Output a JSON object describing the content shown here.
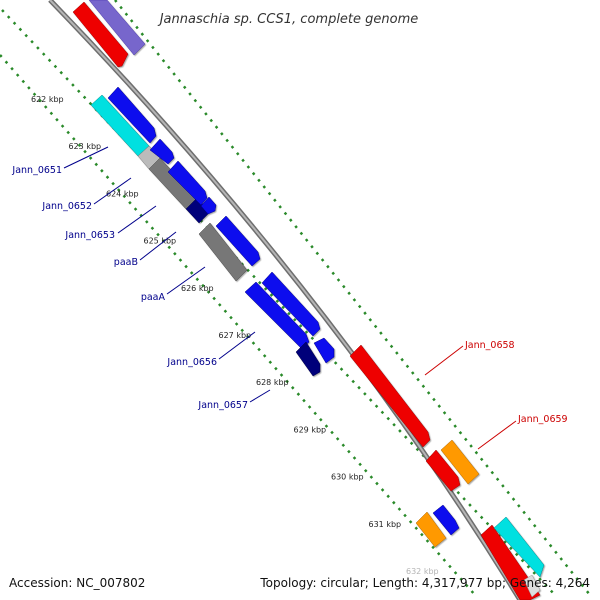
{
  "title": "Jannaschia sp. CCS1, complete genome",
  "footer": {
    "accession": "Accession: NC_007802",
    "topology": "Topology: circular; Length: 4,317,977 bp; Genes: 4,264"
  },
  "ticks": [
    {
      "label": "622 kbp",
      "kbp": 622
    },
    {
      "label": "623 kbp",
      "kbp": 623
    },
    {
      "label": "624 kbp",
      "kbp": 624
    },
    {
      "label": "625 kbp",
      "kbp": 625
    },
    {
      "label": "626 kbp",
      "kbp": 626
    },
    {
      "label": "627 kbp",
      "kbp": 627
    },
    {
      "label": "628 kbp",
      "kbp": 628
    },
    {
      "label": "629 kbp",
      "kbp": 629
    },
    {
      "label": "630 kbp",
      "kbp": 630
    },
    {
      "label": "631 kbp",
      "kbp": 631
    },
    {
      "label": "632 kbp",
      "kbp": 632
    }
  ],
  "colors": {
    "backbone": "#8c8c8c",
    "dots": "#2a8a2a",
    "cds_blue": "#0a0aee",
    "cds_dark_blue": "#00007a",
    "rna_red": "#ee0000",
    "cyan": "#00e0e0",
    "grey": "#777777",
    "light_grey": "#bbbbbb",
    "purple": "#7766cc",
    "orange": "#ff9900",
    "label_blue": "#00008b",
    "label_red": "#cc0000"
  },
  "gene_labels": [
    {
      "name": "Jann_0651",
      "color": "label_blue"
    },
    {
      "name": "Jann_0652",
      "color": "label_blue"
    },
    {
      "name": "Jann_0653",
      "color": "label_blue"
    },
    {
      "name": "paaB",
      "color": "label_blue"
    },
    {
      "name": "paaA",
      "color": "label_blue"
    },
    {
      "name": "Jann_0656",
      "color": "label_blue"
    },
    {
      "name": "Jann_0657",
      "color": "label_blue"
    },
    {
      "name": "Jann_0658",
      "color": "label_red"
    },
    {
      "name": "Jann_0659",
      "color": "label_red"
    }
  ]
}
